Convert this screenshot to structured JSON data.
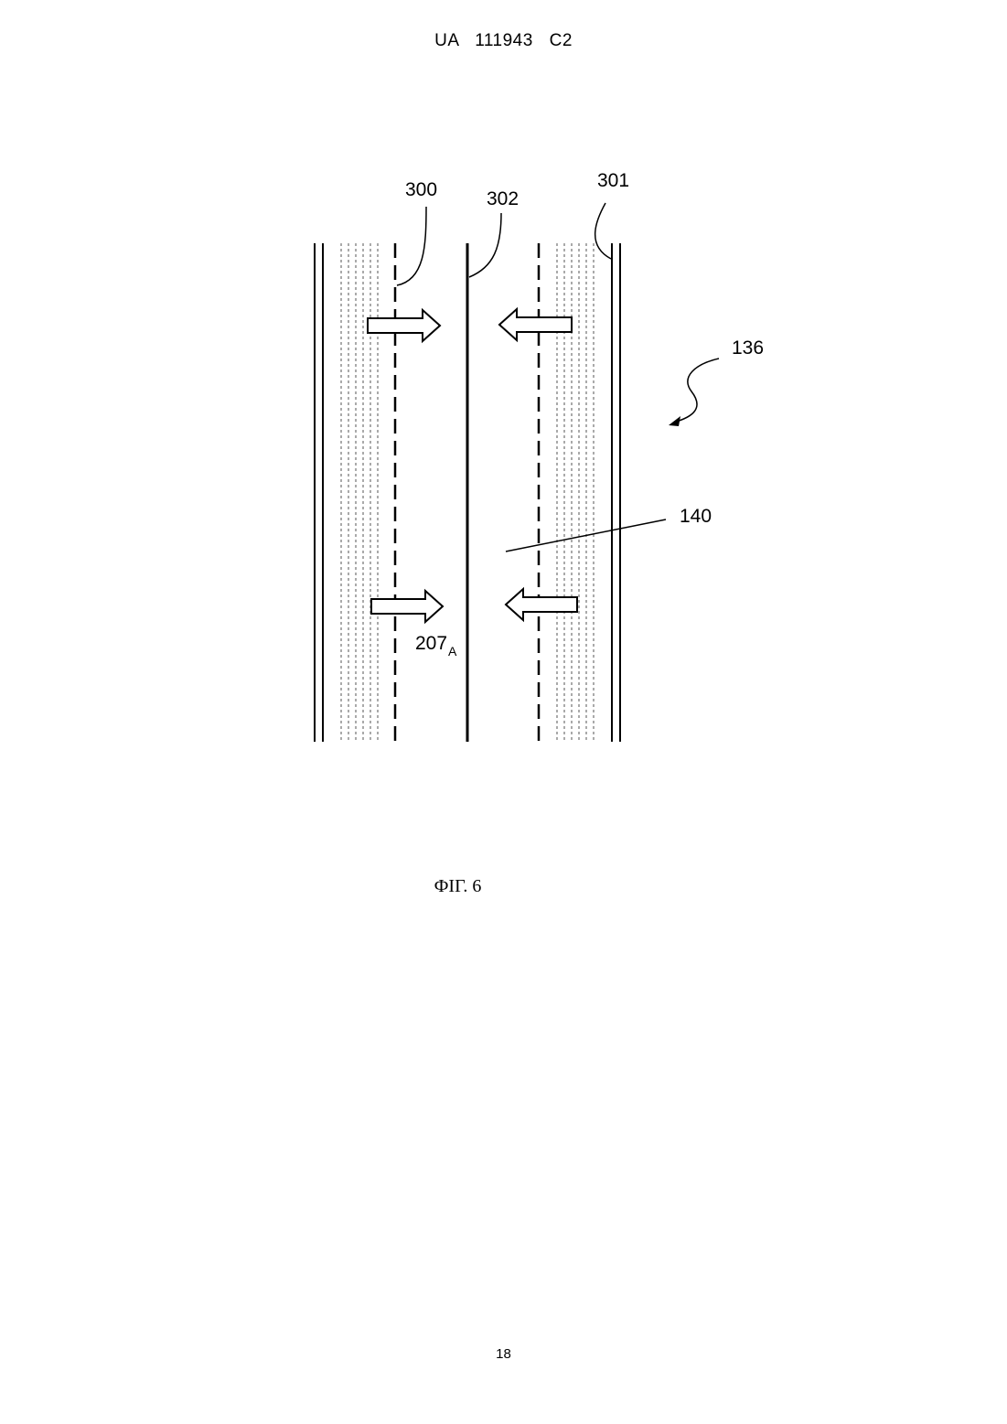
{
  "header": {
    "patent_number": "UA   111943   C2"
  },
  "figure": {
    "labels": {
      "l300": "300",
      "l302": "302",
      "l301": "301",
      "l136": "136",
      "l140": "140",
      "l207": "207",
      "l207_sub": "A"
    },
    "caption": "ФІГ. 6"
  },
  "footer": {
    "page_number": "18"
  }
}
